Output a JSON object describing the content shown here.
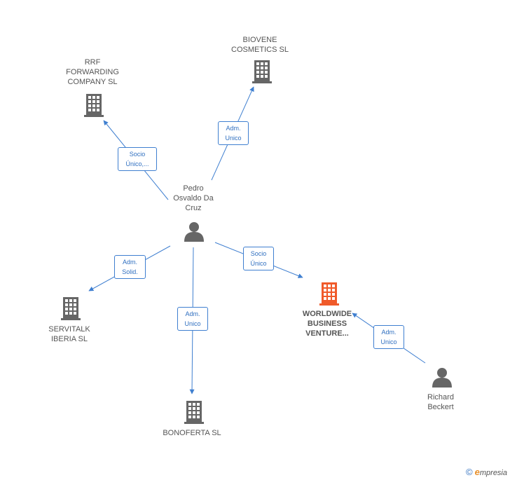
{
  "colors": {
    "edge": "#3f7fd0",
    "building": "#666666",
    "building_highlight": "#f05a2a",
    "person": "#666666"
  },
  "nodes": {
    "rrf": {
      "label": "RRF\nFORWARDING\nCOMPANY  SL",
      "icon": "building-icon"
    },
    "biovene": {
      "label": "BIOVENE\nCOSMETICS  SL",
      "icon": "building-icon"
    },
    "pedro": {
      "label": "Pedro\nOsvaldo Da\nCruz",
      "icon": "person-icon"
    },
    "servitalk": {
      "label": "SERVITALK\nIBERIA SL",
      "icon": "building-icon"
    },
    "bonoferta": {
      "label": "BONOFERTA SL",
      "icon": "building-icon"
    },
    "worldwide": {
      "label": "WORLDWIDE\nBUSINESS\nVENTURE...",
      "icon": "building-icon"
    },
    "richard": {
      "label": "Richard\nBeckert",
      "icon": "person-icon"
    }
  },
  "edges": {
    "pedro_rrf": "Socio\nÚnico,...",
    "pedro_biovene": "Adm.\nUnico",
    "pedro_servitalk": "Adm.\nSolid.",
    "pedro_bonoferta": "Adm.\nUnico",
    "pedro_worldwide": "Socio\nÚnico",
    "richard_worldwide": "Adm.\nUnico"
  },
  "footer": {
    "copyright": "©",
    "brand_first": "e",
    "brand_rest": "mpresia"
  }
}
